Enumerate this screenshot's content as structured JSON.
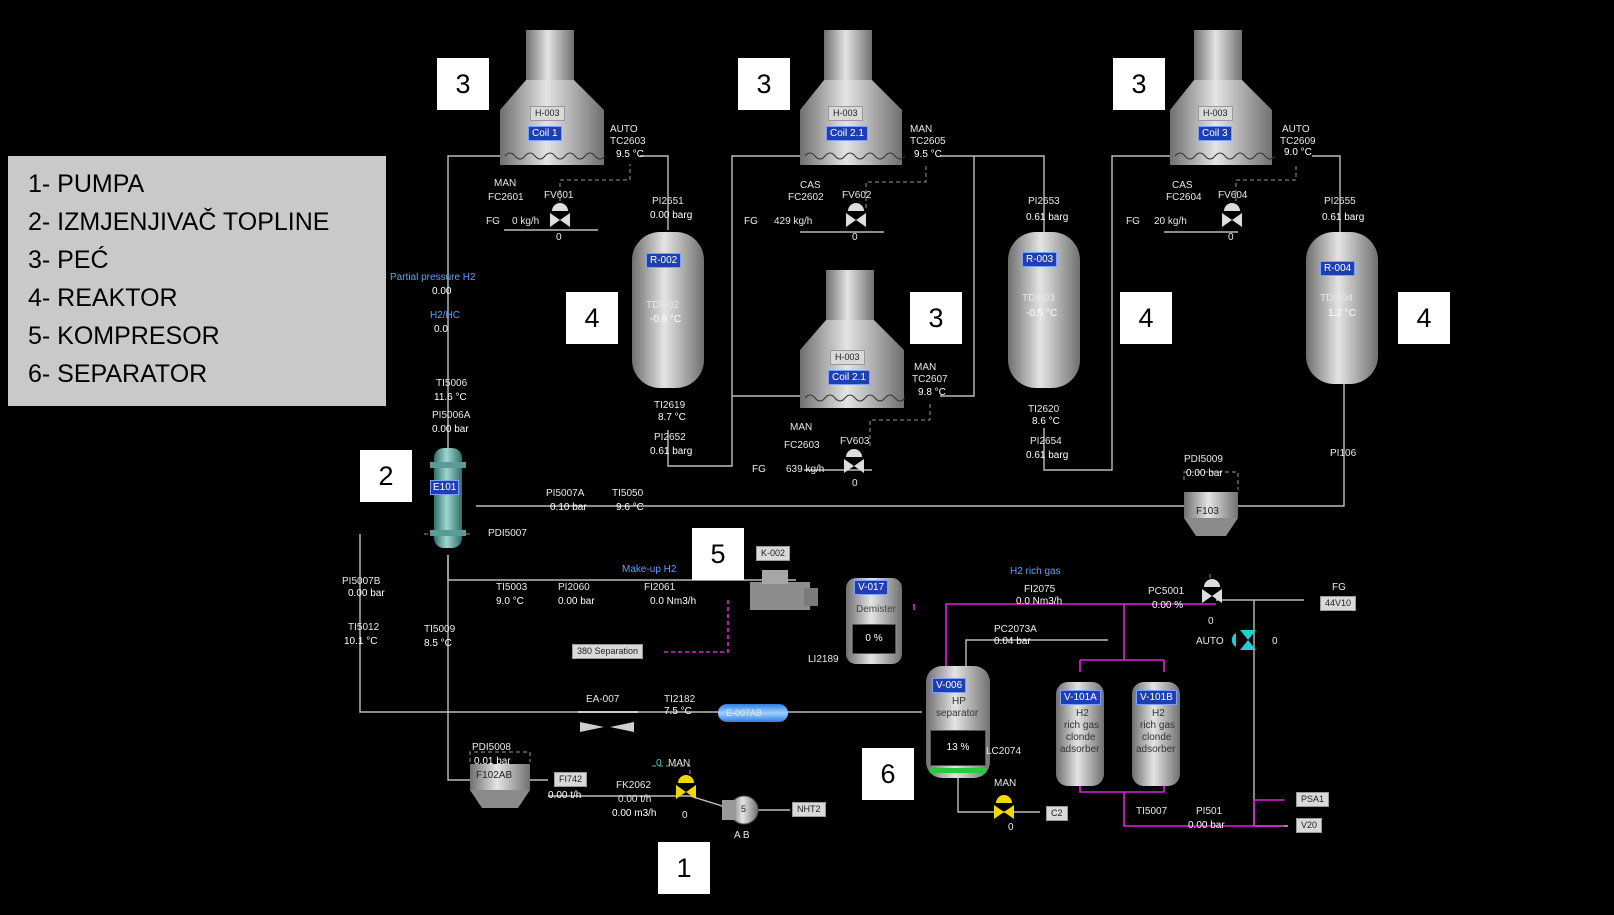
{
  "legend": {
    "items": [
      "1- PUMPA",
      "2- IZMJENJIVAČ TOPLINE",
      "3- PEĆ",
      "4- REAKTOR",
      "5- KOMPRESOR",
      "6- SEPARATOR"
    ]
  },
  "callouts": {
    "pump": "1",
    "exchanger": "2",
    "furnace": "3",
    "reactor": "4",
    "compressor": "5",
    "separator": "6"
  },
  "furnaces": [
    {
      "plate": "H-003",
      "coil": "Coil 1",
      "mode": "AUTO",
      "tc": "TC2603",
      "temp": "9.5 °C",
      "fc_mode": "MAN",
      "fc": "FC2601",
      "fv": "FV601",
      "fg": "FG",
      "flow": "0 kg/h",
      "valve": "0"
    },
    {
      "plate": "H-003",
      "coil": "Coil 2.1",
      "mode": "MAN",
      "tc": "TC2605",
      "temp": "9.5 °C",
      "fc_mode": "CAS",
      "fc": "FC2602",
      "fv": "FV602",
      "fg": "FG",
      "flow": "429 kg/h",
      "valve": "0"
    },
    {
      "plate": "H-003",
      "coil": "Coil 3",
      "mode": "AUTO",
      "tc": "TC2609",
      "temp": "9.0 °C",
      "fc_mode": "CAS",
      "fc": "FC2604",
      "fv": "FV604",
      "fg": "FG",
      "flow": "20 kg/h",
      "valve": "0"
    },
    {
      "plate": "H-003",
      "coil": "Coil 2.1",
      "mode": "MAN",
      "tc": "TC2607",
      "temp": "9.8 °C",
      "fc_mode": "MAN",
      "fc": "FC2603",
      "fv": "FV603",
      "fg": "FG",
      "flow": "639 kg/h",
      "valve": "0"
    }
  ],
  "reactors": [
    {
      "tag": "R-002",
      "pi_in": "PI2651",
      "p_in": "0.00 barg",
      "td": "TDI002",
      "dt": "-0.9 °C",
      "ti_out": "TI2619",
      "t_out": "8.7 °C",
      "pi_out": "PI2652",
      "p_out": "0.61 barg"
    },
    {
      "tag": "R-003",
      "pi_in": "PI2653",
      "p_in": "0.61 barg",
      "td": "TDI003",
      "dt": "-0.5 °C",
      "ti_out": "TI2620",
      "t_out": "8.6 °C",
      "pi_out": "PI2654",
      "p_out": "0.61 barg"
    },
    {
      "tag": "R-004",
      "pi_in": "PI2655",
      "p_in": "0.61 barg",
      "td": "TDI004",
      "dt": "1.2 °C",
      "pi_out": "PI106"
    }
  ],
  "h2": {
    "pp_label": "Partial pressure H2",
    "pp": "0.00",
    "ratio_label": "H2/HC",
    "ratio": "0.0"
  },
  "exchanger": {
    "tag": "E101",
    "ti": "TI5006",
    "t": "11.6 °C",
    "pi": "PI5006A",
    "p": "0.00 bar",
    "pdi": "PDI5007",
    "pi7a": "PI5007A",
    "p7a": "0.10 bar",
    "ti50": "TI5050",
    "t50": "9.6 °C",
    "pi7b": "PI5007B",
    "p7b": "0.00 bar",
    "ti12": "TI5012",
    "t12": "10.1 °C",
    "ti09": "TI5009",
    "t09": "8.5 °C"
  },
  "filter103": {
    "pdi": "PDI5009",
    "p": "0.00 bar",
    "tag": "F103"
  },
  "makeup": {
    "label": "Make-up H2",
    "ti": "TI5003",
    "t": "9.0 °C",
    "pi": "PI2060",
    "p": "0.00 bar",
    "fi": "FI2061",
    "f": "0.0 Nm3/h",
    "sep": "380 Separation"
  },
  "compressor": {
    "tag": "K-002"
  },
  "demister": {
    "tag": "V-017",
    "name": "Demister",
    "li": "LI2189",
    "level": "0 %"
  },
  "richgas": {
    "label": "H2 rich gas",
    "fi": "FI2075",
    "f": "0.0 Nm3/h",
    "pc": "PC5001",
    "pc_out": "0.00 %",
    "pc_valve": "0",
    "fg": "FG",
    "dest": "44V10",
    "pc2": "PC2073A",
    "p2": "0.04 bar",
    "auto": "AUTO",
    "v0": "0"
  },
  "adsorbers": [
    {
      "tag": "V-101A",
      "l1": "H2",
      "l2": "rich gas",
      "l3": "clonde",
      "l4": "adsorber"
    },
    {
      "tag": "V-101B",
      "l1": "H2",
      "l2": "rich gas",
      "l3": "clonde",
      "l4": "adsorber"
    }
  ],
  "hpsep": {
    "tag": "V-006",
    "l1": "HP",
    "l2": "separator",
    "level": "13 %",
    "lc": "LC2074",
    "mode": "MAN",
    "valve": "0",
    "dest": "C2"
  },
  "cooler": {
    "ea": "EA-007",
    "ti": "TI2182",
    "t": "7.5 °C",
    "ex": "E-007AB"
  },
  "bottom": {
    "ti": "TI5007",
    "pi": "PI501",
    "p": "0.00 bar",
    "psa": "PSA1",
    "v20": "V20"
  },
  "feed": {
    "pdi": "PDI5008",
    "p": "0.01 bar",
    "filter": "F102AB",
    "fi": "FI742",
    "flow": "0.00 t/h",
    "fk": "FK2062",
    "fk_v": "0.00 t/h",
    "vol": "0.00 m3/h",
    "ctrl": "0",
    "mode": "MAN",
    "valve": "0",
    "pump": "5",
    "pump_label": "A B",
    "src": "NHT2"
  },
  "colors": {
    "background": "#000000",
    "process_line": "#bcbcbc",
    "h2_line": "#e020e0",
    "tag_bg": "#1f3fb0",
    "legend_bg": "#c9c9c9"
  }
}
